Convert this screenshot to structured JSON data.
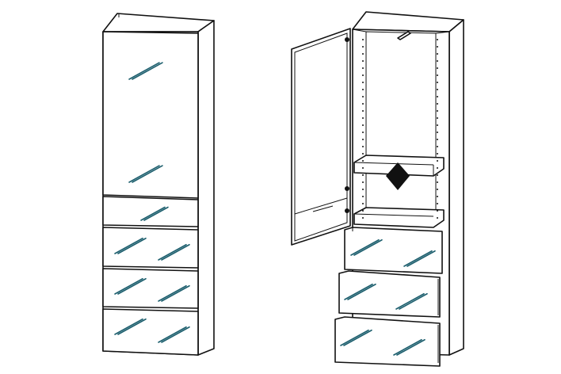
{
  "figure": {
    "views": [
      {
        "name": "closed-cabinet",
        "door_state": "closed",
        "drawers": 4,
        "drawer_state": "closed"
      },
      {
        "name": "open-cabinet",
        "door_state": "open",
        "drawers": 3,
        "drawer_state": "open"
      }
    ],
    "colors": {
      "line": "#111111",
      "glass_reflection": "#1d5f6e",
      "background": "#ffffff"
    }
  }
}
